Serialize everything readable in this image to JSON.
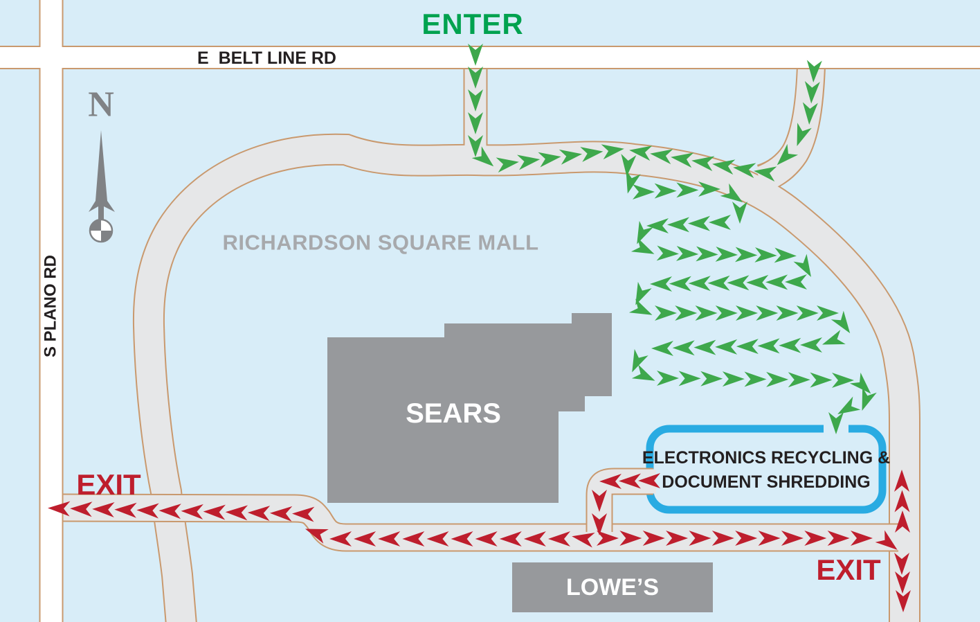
{
  "palette": {
    "background": "#D8EDF8",
    "road_gray": "#E6E7E8",
    "road_casing": "#C9996E",
    "road_white": "#FFFFFF",
    "building_gray": "#97999C",
    "mall_text": "#A7A9AC",
    "arrow_green": "#3EA84C",
    "enter_green": "#00A24F",
    "exit_red": "#BE1E2D",
    "box_blue": "#29ABE2",
    "text_black": "#231F20",
    "compass_gray": "#808285"
  },
  "labels": {
    "enter": "ENTER",
    "exit_left": "EXIT",
    "exit_right": "EXIT",
    "belt_line_rd": "E  BELT LINE RD",
    "plano_rd": "S PLANO RD",
    "mall": "RICHARDSON SQUARE MALL",
    "sears": "SEARS",
    "lowes": "LOWE’S",
    "event_box_line1": "ELECTRONICS RECYCLING &",
    "event_box_line2": "DOCUMENT SHREDDING",
    "compass_north": "N"
  },
  "legend": {
    "green_flow_meaning": "entrance route",
    "red_flow_meaning": "exit route"
  },
  "arrow_chains": [
    {
      "id": "enter-stub-south",
      "color": "green",
      "from": [
        687,
        79
      ],
      "to": [
        687,
        211
      ],
      "count": 5,
      "angle": 90
    },
    {
      "id": "enter-turn-east",
      "color": "green",
      "from": [
        701,
        230
      ],
      "count": 1,
      "angle": 40
    },
    {
      "id": "ring-east-bound",
      "color": "green",
      "from": [
        734,
        236
      ],
      "to": [
        886,
        217
      ],
      "count": 6,
      "angle": -8
    },
    {
      "id": "merge-down-1",
      "color": "green",
      "from": [
        907,
        239
      ],
      "count": 1,
      "angle": 95
    },
    {
      "id": "merge-down-2",
      "color": "green",
      "from": [
        911,
        264
      ],
      "count": 1,
      "angle": 105
    },
    {
      "id": "ne-stub-south",
      "color": "green",
      "from": [
        1176,
        103
      ],
      "to": [
        1170,
        164
      ],
      "count": 3,
      "angle": 93
    },
    {
      "id": "ne-stub-curve-1",
      "color": "green",
      "from": [
        1157,
        196
      ],
      "count": 1,
      "angle": 110
    },
    {
      "id": "ne-stub-curve-2",
      "color": "green",
      "from": [
        1134,
        227
      ],
      "count": 1,
      "angle": 135
    },
    {
      "id": "ring-west-bound",
      "color": "green",
      "from": [
        1105,
        249
      ],
      "to": [
        925,
        219
      ],
      "count": 7,
      "angle": 188
    },
    {
      "id": "queue-row1-east",
      "color": "green",
      "from": [
        930,
        277
      ],
      "to": [
        1025,
        273
      ],
      "count": 4,
      "angle": 0
    },
    {
      "id": "queue-row1-turn-a",
      "color": "green",
      "from": [
        1060,
        283
      ],
      "count": 1,
      "angle": 35
    },
    {
      "id": "queue-row1-turn-b",
      "color": "green",
      "from": [
        1069,
        307
      ],
      "count": 1,
      "angle": 90
    },
    {
      "id": "queue-row2-west",
      "color": "green",
      "from": [
        1040,
        321
      ],
      "to": [
        950,
        326
      ],
      "count": 4,
      "angle": 180
    },
    {
      "id": "queue-row2-turn",
      "color": "green",
      "from": [
        927,
        338
      ],
      "count": 1,
      "angle": 115
    },
    {
      "id": "queue-row3-enter",
      "color": "green",
      "from": [
        931,
        360
      ],
      "count": 1,
      "angle": 25
    },
    {
      "id": "queue-row3-east",
      "color": "green",
      "from": [
        965,
        366
      ],
      "to": [
        1135,
        369
      ],
      "count": 7,
      "angle": 2
    },
    {
      "id": "queue-row3-turn",
      "color": "green",
      "from": [
        1164,
        386
      ],
      "count": 1,
      "angle": 60
    },
    {
      "id": "queue-row4-west",
      "color": "green",
      "from": [
        1150,
        407
      ],
      "to": [
        955,
        410
      ],
      "count": 8,
      "angle": 180
    },
    {
      "id": "queue-row4-turn",
      "color": "green",
      "from": [
        925,
        426
      ],
      "count": 1,
      "angle": 115
    },
    {
      "id": "queue-row5-enter",
      "color": "green",
      "from": [
        928,
        448
      ],
      "count": 1,
      "angle": 25
    },
    {
      "id": "queue-row5-east",
      "color": "green",
      "from": [
        962,
        452
      ],
      "to": [
        1196,
        452
      ],
      "count": 9,
      "angle": 0
    },
    {
      "id": "queue-row5-turn",
      "color": "green",
      "from": [
        1219,
        468
      ],
      "count": 1,
      "angle": 55
    },
    {
      "id": "queue-row6-enter",
      "color": "green",
      "from": [
        1203,
        492
      ],
      "count": 1,
      "angle": 160
    },
    {
      "id": "queue-row6-west",
      "color": "green",
      "from": [
        1172,
        498
      ],
      "to": [
        957,
        503
      ],
      "count": 8,
      "angle": 180
    },
    {
      "id": "queue-row6-turn",
      "color": "green",
      "from": [
        920,
        523
      ],
      "count": 1,
      "angle": 115
    },
    {
      "id": "queue-row7-enter",
      "color": "green",
      "from": [
        932,
        543
      ],
      "count": 1,
      "angle": 25
    },
    {
      "id": "queue-row7-east",
      "color": "green",
      "from": [
        965,
        546
      ],
      "to": [
        1218,
        549
      ],
      "count": 9,
      "angle": 0
    },
    {
      "id": "queue-row7-turn",
      "color": "green",
      "from": [
        1247,
        557
      ],
      "count": 1,
      "angle": 45
    },
    {
      "id": "drop-descent-1",
      "color": "green",
      "from": [
        1251,
        578
      ],
      "count": 1,
      "angle": 110
    },
    {
      "id": "drop-descent-2",
      "color": "green",
      "from": [
        1224,
        590
      ],
      "count": 1,
      "angle": 150
    },
    {
      "id": "drop-final",
      "color": "green",
      "from": [
        1208,
        611
      ],
      "count": 1,
      "angle": 90
    },
    {
      "id": "box-exit-west",
      "color": "red",
      "from": [
        938,
        694
      ],
      "to": [
        882,
        695
      ],
      "count": 3,
      "angle": 180
    },
    {
      "id": "box-exit-down",
      "color": "red",
      "from": [
        866,
        723
      ],
      "to": [
        866,
        757
      ],
      "count": 2,
      "angle": 90
    },
    {
      "id": "split-west",
      "color": "red",
      "from": [
        842,
        777
      ],
      "count": 1,
      "angle": 190
    },
    {
      "id": "exit-west-low",
      "color": "red",
      "from": [
        808,
        778
      ],
      "to": [
        492,
        778
      ],
      "count": 10,
      "angle": 180
    },
    {
      "id": "exit-scurve",
      "color": "red",
      "from": [
        456,
        769
      ],
      "count": 1,
      "angle": 200
    },
    {
      "id": "exit-west-high",
      "color": "red",
      "from": [
        438,
        742
      ],
      "to": [
        85,
        734
      ],
      "count": 12,
      "angle": 182
    },
    {
      "id": "exit-east",
      "color": "red",
      "from": [
        878,
        777
      ],
      "to": [
        1245,
        777
      ],
      "count": 12,
      "angle": 0
    },
    {
      "id": "exit-turn-south",
      "color": "red",
      "from": [
        1284,
        784
      ],
      "count": 1,
      "angle": 38
    },
    {
      "id": "exit-south",
      "color": "red",
      "from": [
        1303,
        814
      ],
      "to": [
        1305,
        868
      ],
      "count": 3,
      "angle": 90
    },
    {
      "id": "east-road-north",
      "color": "red",
      "from": [
        1304,
        753
      ],
      "to": [
        1303,
        694
      ],
      "count": 3,
      "angle": 270
    }
  ]
}
